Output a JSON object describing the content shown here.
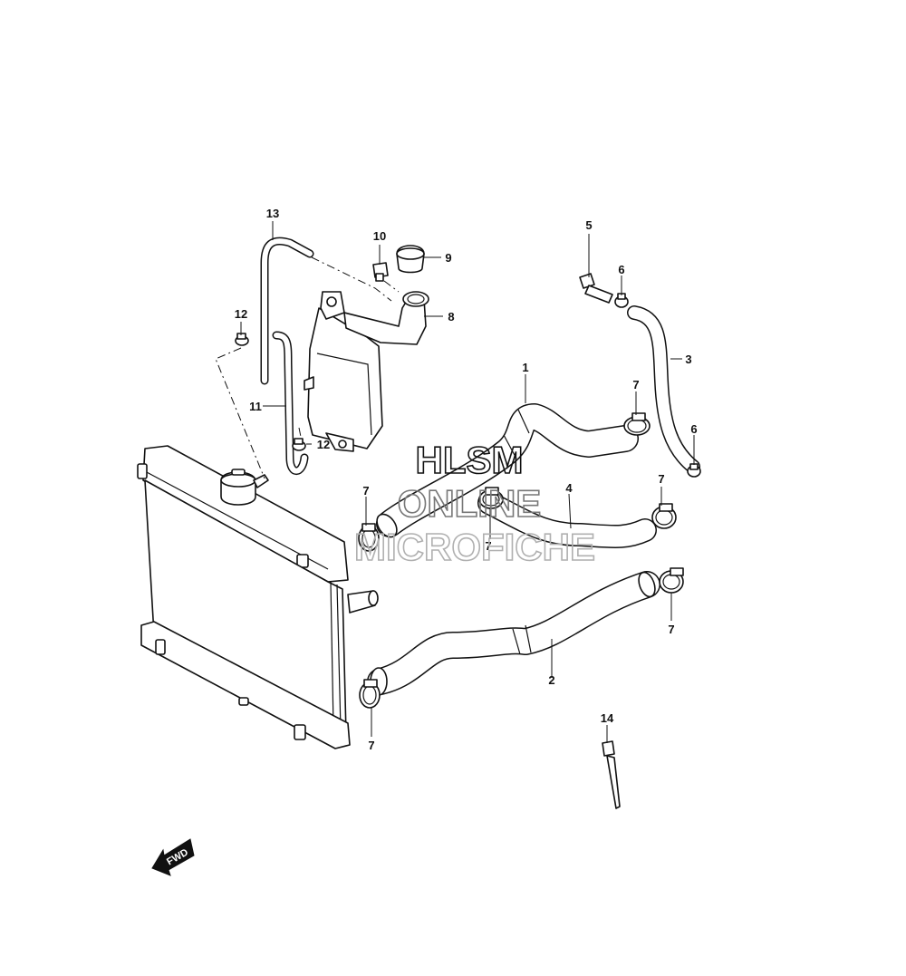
{
  "callouts": {
    "c1": "1",
    "c2": "2",
    "c3": "3",
    "c4": "4",
    "c5": "5",
    "c6a": "6",
    "c6b": "6",
    "c7a": "7",
    "c7b": "7",
    "c7c": "7",
    "c7d": "7",
    "c7e": "7",
    "c7f": "7",
    "c8": "8",
    "c9": "9",
    "c10": "10",
    "c11": "11",
    "c12a": "12",
    "c12b": "12",
    "c13": "13",
    "c14": "14"
  },
  "watermark": {
    "line1": "HLSM",
    "line2": "ONLINE",
    "line3": "MICROFICHE"
  },
  "fwd_label": "FWD",
  "colors": {
    "ink": "#111111",
    "paper": "#ffffff",
    "watermark": "#b0b0b0"
  }
}
